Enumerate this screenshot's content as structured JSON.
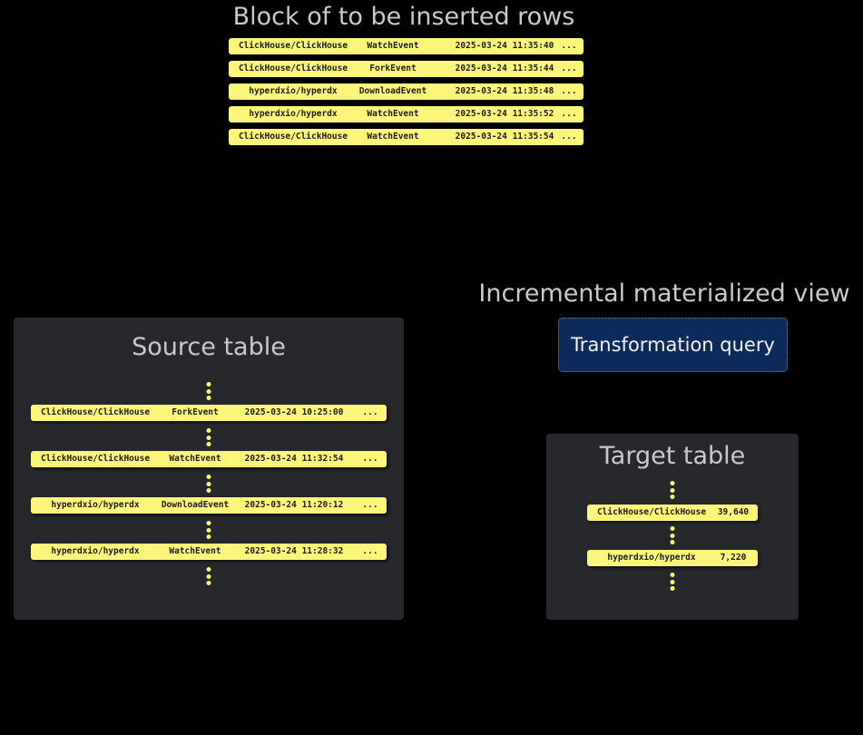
{
  "insert_block": {
    "title": "Block of to be inserted rows",
    "rows": [
      [
        "ClickHouse/ClickHouse",
        "WatchEvent",
        "2025-03-24 11:35:40",
        "..."
      ],
      [
        "ClickHouse/ClickHouse",
        "ForkEvent",
        "2025-03-24 11:35:44",
        "..."
      ],
      [
        "hyperdxio/hyperdx",
        "DownloadEvent",
        "2025-03-24 11:35:48",
        "..."
      ],
      [
        "hyperdxio/hyperdx",
        "WatchEvent",
        "2025-03-24 11:35:52",
        "..."
      ],
      [
        "ClickHouse/ClickHouse",
        "WatchEvent",
        "2025-03-24 11:35:54",
        "..."
      ]
    ]
  },
  "source_table": {
    "title": "Source table",
    "rows": [
      [
        "ClickHouse/ClickHouse",
        "ForkEvent",
        "2025-03-24 10:25:00",
        "..."
      ],
      [
        "ClickHouse/ClickHouse",
        "WatchEvent",
        "2025-03-24 11:32:54",
        "..."
      ],
      [
        "hyperdxio/hyperdx",
        "DownloadEvent",
        "2025-03-24 11:20:12",
        "..."
      ],
      [
        "hyperdxio/hyperdx",
        "WatchEvent",
        "2025-03-24 11:28:32",
        "..."
      ]
    ]
  },
  "materialized_view": {
    "title": "Incremental materialized view",
    "query_label": "Transformation query"
  },
  "target_table": {
    "title": "Target table",
    "rows": [
      [
        "ClickHouse/ClickHouse",
        "39,640"
      ],
      [
        "hyperdxio/hyperdx",
        "7,220"
      ]
    ]
  },
  "colors": {
    "row": "#fbf57a",
    "panel": "#27282c",
    "query_box": "#0d2b5a",
    "background": "#000000"
  }
}
